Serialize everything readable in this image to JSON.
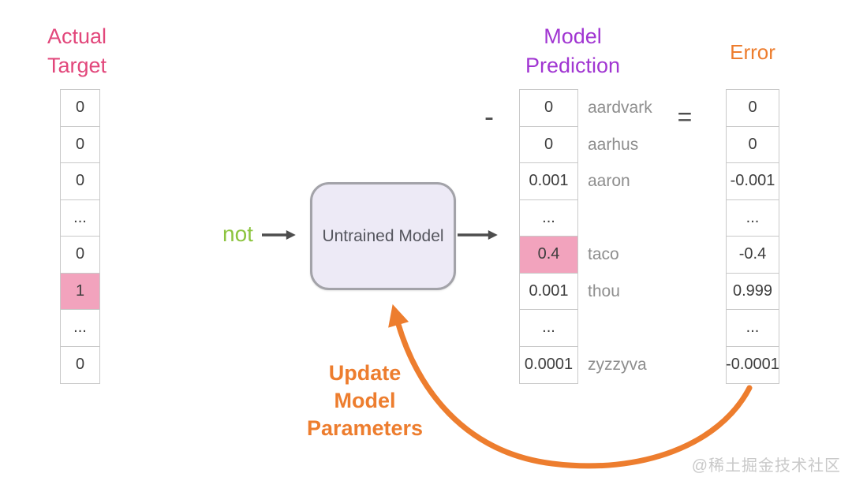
{
  "headers": {
    "actual_target": {
      "line1": "Actual",
      "line2": "Target"
    },
    "model_prediction": {
      "line1": "Model",
      "line2": "Prediction"
    },
    "error": {
      "label": "Error"
    }
  },
  "input_word": "not",
  "model_box": {
    "label": "Untrained Model"
  },
  "operators": {
    "minus": "-",
    "equals": "="
  },
  "vectors": {
    "actual_target": {
      "values": [
        "0",
        "0",
        "0",
        "...",
        "0",
        "1",
        "...",
        "0"
      ],
      "highlighted_row": 5
    },
    "model_prediction": {
      "values": [
        "0",
        "0",
        "0.001",
        "...",
        "0.4",
        "0.001",
        "...",
        "0.0001"
      ],
      "highlighted_row": 4
    },
    "error": {
      "values": [
        "0",
        "0",
        "-0.001",
        "...",
        "-0.4",
        "0.999",
        "...",
        "-0.0001"
      ],
      "highlighted_row": -1
    }
  },
  "word_labels": [
    "aardvark",
    "aarhus",
    "aaron",
    "",
    "taco",
    "thou",
    "",
    "zyzzyva"
  ],
  "update_arrow_label": {
    "line1": "Update",
    "line2": "Model",
    "line3": "Parameters"
  },
  "watermark": "@稀土掘金技术社区",
  "colors": {
    "pink-header": "#e2477b",
    "pink-highlight": "#f2a3bd",
    "purple-header": "#a136d2",
    "orange-accent": "#ed7d2e",
    "green-word": "#8cc43f",
    "dark-text": "#3d3d3d",
    "arrow-dark": "#4d4d4d",
    "label-gray": "#8e8e8e",
    "border-gray": "#c9c9c9",
    "box-fill": "#edeaf6",
    "box-border": "#a3a3a9",
    "watermark-gray": "#c9c9c9"
  }
}
